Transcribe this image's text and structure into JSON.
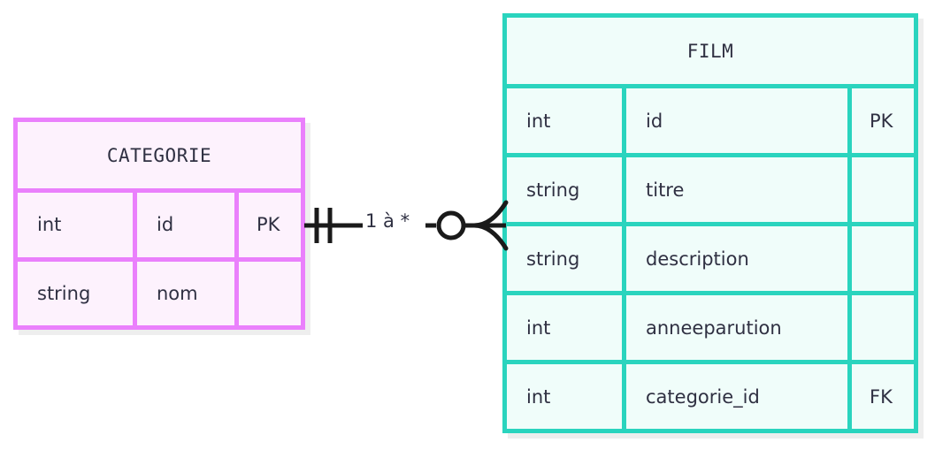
{
  "diagram": {
    "type": "entity-relationship-diagram",
    "notation": "crow's-foot",
    "colors": {
      "categorie_border": "#ea80fc",
      "categorie_fill": "#fdf2fd",
      "film_border": "#2ad4be",
      "film_fill": "#f0fdfa",
      "text": "#2f3042",
      "shadow": "#eeeeee",
      "connector": "#1a1a1a"
    }
  },
  "entities": [
    {
      "id": "categorie",
      "title": "CATEGORIE",
      "attributes": [
        {
          "type": "int",
          "name": "id",
          "key": "PK"
        },
        {
          "type": "string",
          "name": "nom",
          "key": ""
        }
      ]
    },
    {
      "id": "film",
      "title": "FILM",
      "attributes": [
        {
          "type": "int",
          "name": "id",
          "key": "PK"
        },
        {
          "type": "string",
          "name": "titre",
          "key": ""
        },
        {
          "type": "string",
          "name": "description",
          "key": ""
        },
        {
          "type": "int",
          "name": "anneeparution",
          "key": ""
        },
        {
          "type": "int",
          "name": "categorie_id",
          "key": "FK"
        }
      ]
    }
  ],
  "relationship": {
    "label": "1 à *",
    "from": "CATEGORIE",
    "to": "FILM",
    "from_cardinality": "exactly-one",
    "to_cardinality": "zero-or-many"
  }
}
